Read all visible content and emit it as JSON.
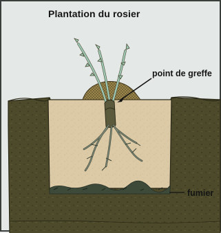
{
  "diagram": {
    "title": "Plantation du rosier",
    "labels": {
      "graft_point": "point de greffe",
      "manure": "fumier"
    },
    "colors": {
      "background": "#e4e8e6",
      "soil": "#4c4a2a",
      "planting_mix": "#dccaa6",
      "manure": "#3d4a3a",
      "mound": "#a08a4e",
      "leaves": "#9ec8b4",
      "stem": "#5b5a3c",
      "roots": "#6e7968"
    },
    "icons": [
      "rose-plant-icon",
      "arrow-icon"
    ]
  }
}
